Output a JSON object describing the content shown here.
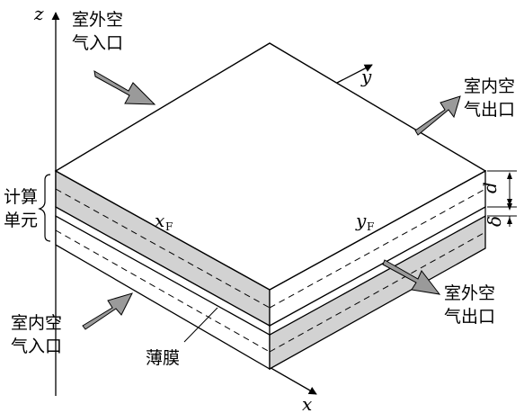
{
  "axes": {
    "z": "z",
    "y": "y",
    "x": "x"
  },
  "labels": {
    "outdoor_inlet": [
      "室外空",
      "气入口"
    ],
    "indoor_outlet": [
      "室内空",
      "气出口"
    ],
    "outdoor_outlet": [
      "室外空",
      "气出口"
    ],
    "indoor_inlet": [
      "室内空",
      "气入口"
    ],
    "unit": [
      "计算",
      "单元"
    ],
    "membrane": "薄膜",
    "x_f": {
      "base": "x",
      "sub": "F"
    },
    "y_f": {
      "base": "y",
      "sub": "F"
    },
    "d": "d",
    "delta": "δ"
  },
  "colors": {
    "channel_fill": "#d2d2d2",
    "top_face": "#ffffff",
    "line": "#000000"
  }
}
